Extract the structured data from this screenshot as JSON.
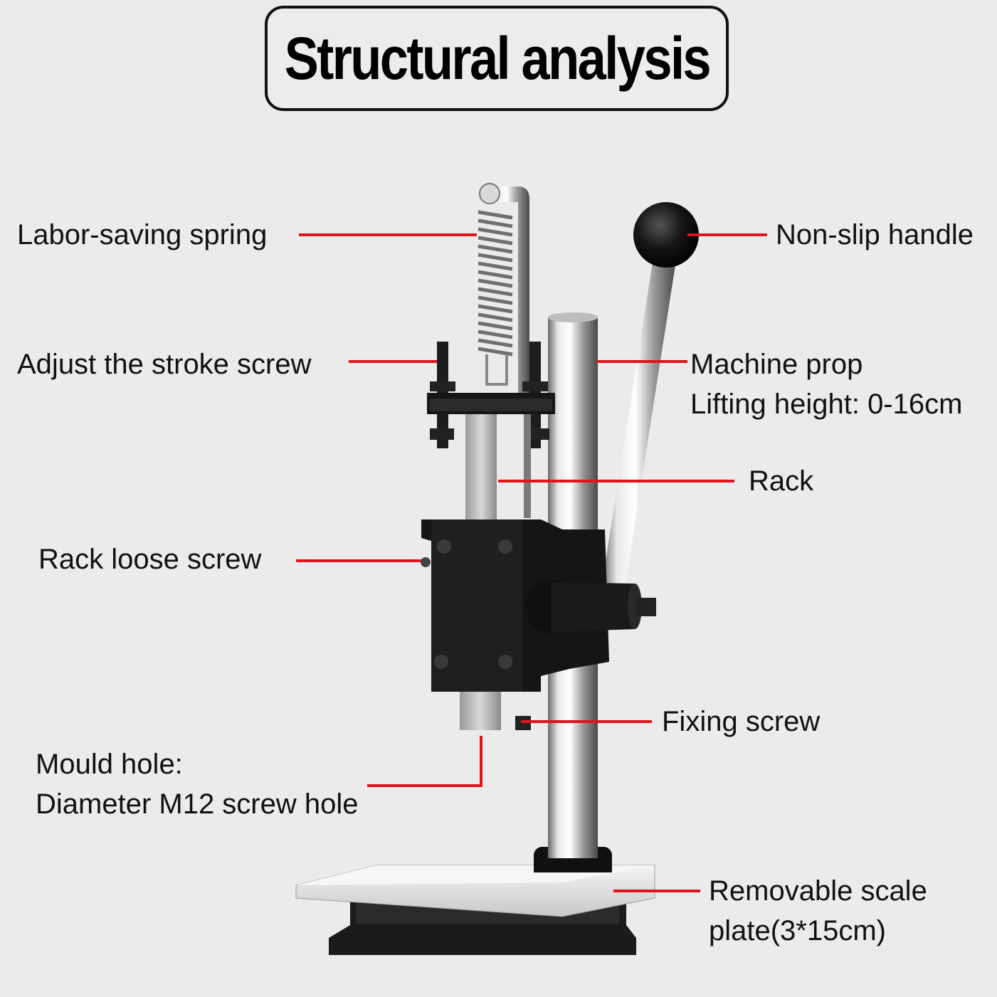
{
  "title": "Structural analysis",
  "accent_color": "#e0141b",
  "labels": {
    "spring": "Labor-saving spring",
    "handle": "Non-slip handle",
    "stroke_screw": "Adjust the stroke screw",
    "prop_line1": "Machine prop",
    "prop_line2": "Lifting height: 0-16cm",
    "rack": "Rack",
    "loose_screw": "Rack loose screw",
    "fixing_screw": "Fixing screw",
    "mould_line1": "Mould hole:",
    "mould_line2": "Diameter M12 screw hole",
    "plate_line1": "Removable scale",
    "plate_line2": "plate(3*15cm)"
  }
}
